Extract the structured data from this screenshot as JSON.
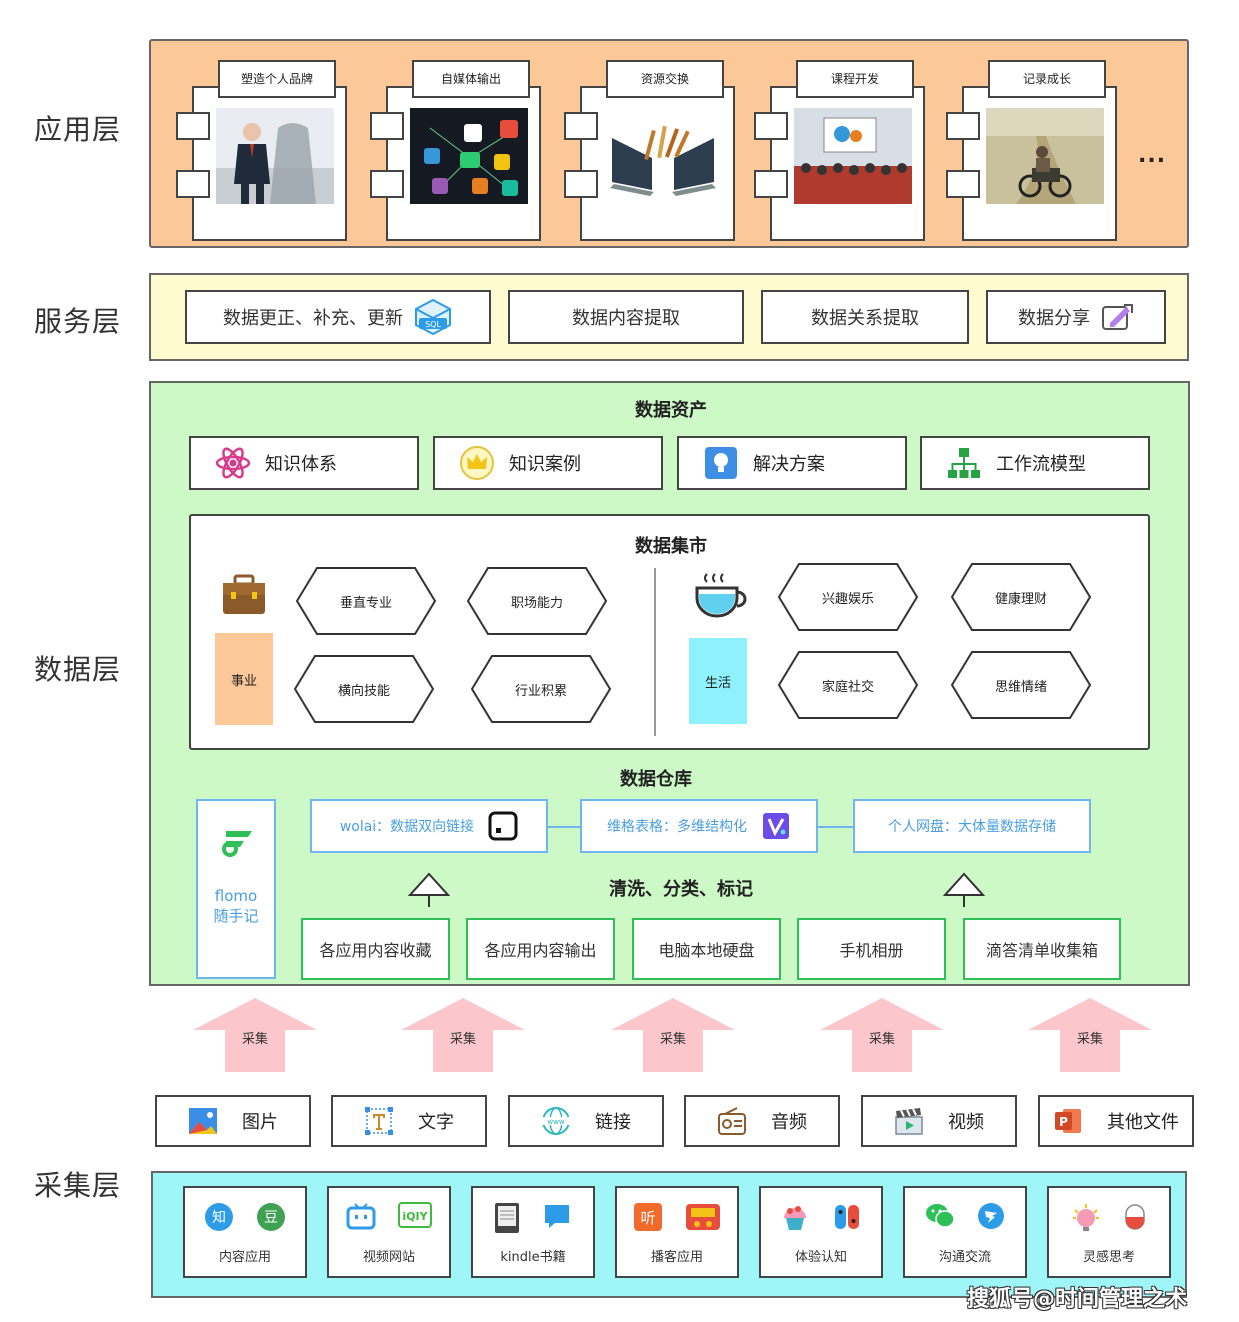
{
  "layers": {
    "application": "应用层",
    "service": "服务层",
    "data": "数据层",
    "collection": "采集层"
  },
  "application": {
    "modules": [
      "塑造个人品牌",
      "自媒体输出",
      "资源交换",
      "课程开发",
      "记录成长"
    ],
    "ellipsis": "..."
  },
  "service": {
    "items": [
      "数据更正、补充、更新",
      "数据内容提取",
      "数据关系提取",
      "数据分享"
    ],
    "sql_icon_text": "SQL"
  },
  "data_layer": {
    "assets_title": "数据资产",
    "assets": [
      "知识体系",
      "知识案例",
      "解决方案",
      "工作流模型"
    ],
    "mart_title": "数据集市",
    "career_tag": "事业",
    "career_items": [
      "垂直专业",
      "职场能力",
      "横向技能",
      "行业积累"
    ],
    "life_tag": "生活",
    "life_items": [
      "兴趣娱乐",
      "健康理财",
      "家庭社交",
      "思维情绪"
    ],
    "warehouse_title": "数据仓库",
    "flomo_brand": "flomo",
    "flomo_label": "随手记",
    "warehouse_items": [
      "wolai：数据双向链接",
      "维格表格：多维结构化",
      "个人网盘：大体量数据存储"
    ],
    "process_label": "清洗、分类、标记",
    "sources": [
      "各应用内容收藏",
      "各应用内容输出",
      "电脑本地硬盘",
      "手机相册",
      "滴答清单收集箱"
    ]
  },
  "arrows": [
    "采集",
    "采集",
    "采集",
    "采集",
    "采集"
  ],
  "media": [
    "图片",
    "文字",
    "链接",
    "音频",
    "视频",
    "其他文件"
  ],
  "collection": {
    "items": [
      "内容应用",
      "视频网站",
      "kindle书籍",
      "播客应用",
      "体验认知",
      "沟通交流",
      "灵感思考"
    ],
    "zhihu_icon": "知",
    "douban_icon": "豆",
    "iqiyi_icon": "iQIY",
    "ting_icon": "听"
  },
  "watermark": "搜狐号@时间管理之术"
}
